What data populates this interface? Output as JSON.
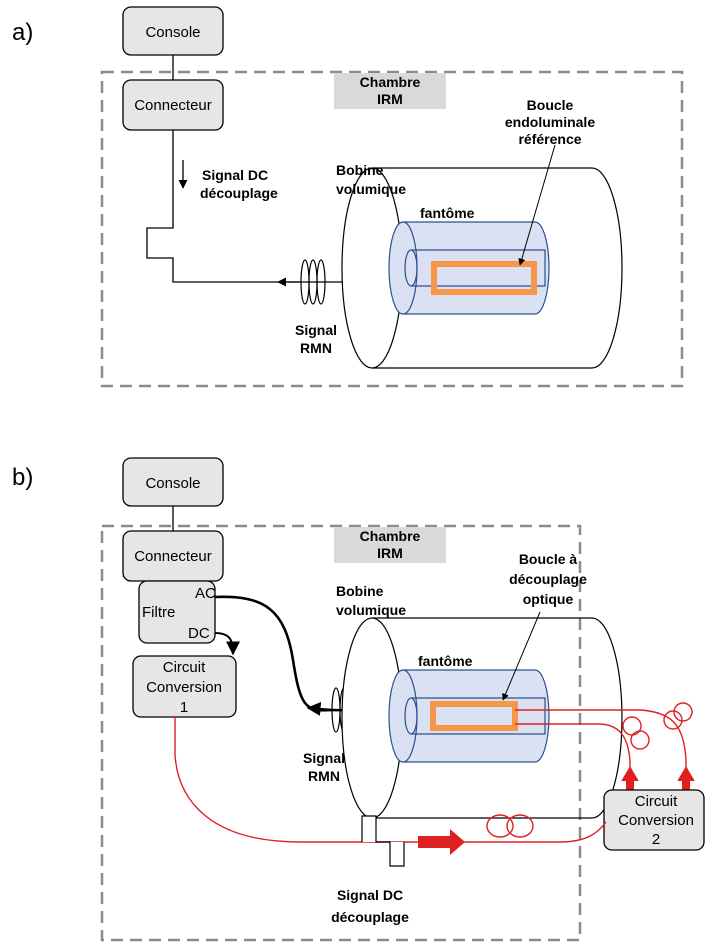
{
  "panel_a": {
    "label": "a)",
    "console": "Console",
    "connector": "Connecteur",
    "room": [
      "Chambre",
      "IRM"
    ],
    "coil_volume": [
      "Bobine",
      "volumique"
    ],
    "loop": [
      "Boucle",
      "endoluminale",
      "référence"
    ],
    "phantom": "fantôme",
    "dc_signal": [
      "Signal DC",
      "découplage"
    ],
    "nmr_signal": [
      "Signal",
      "RMN"
    ]
  },
  "panel_b": {
    "label": "b)",
    "console": "Console",
    "connector": "Connecteur",
    "filter": "Filtre",
    "filter_ac": "AC",
    "filter_dc": "DC",
    "circuit1": [
      "Circuit",
      "Conversion",
      "1"
    ],
    "circuit2": [
      "Circuit",
      "Conversion",
      "2"
    ],
    "room": [
      "Chambre",
      "IRM"
    ],
    "coil_volume": [
      "Bobine",
      "volumique"
    ],
    "loop": [
      "Boucle à",
      "découplage",
      "optique"
    ],
    "phantom": "fantôme",
    "nmr_signal": [
      "Signal",
      "RMN"
    ],
    "dc_signal": [
      "Signal DC",
      "découplage"
    ]
  },
  "colors": {
    "box_fill": "#e6e6e6",
    "room_label_fill": "#d9d9d9",
    "dash": "#8c8c8c",
    "phantom_fill": "#d9e1f2",
    "phantom_stroke": "#2f4f8f",
    "loop_orange": "#f79646",
    "fiber_red": "#e02020"
  }
}
